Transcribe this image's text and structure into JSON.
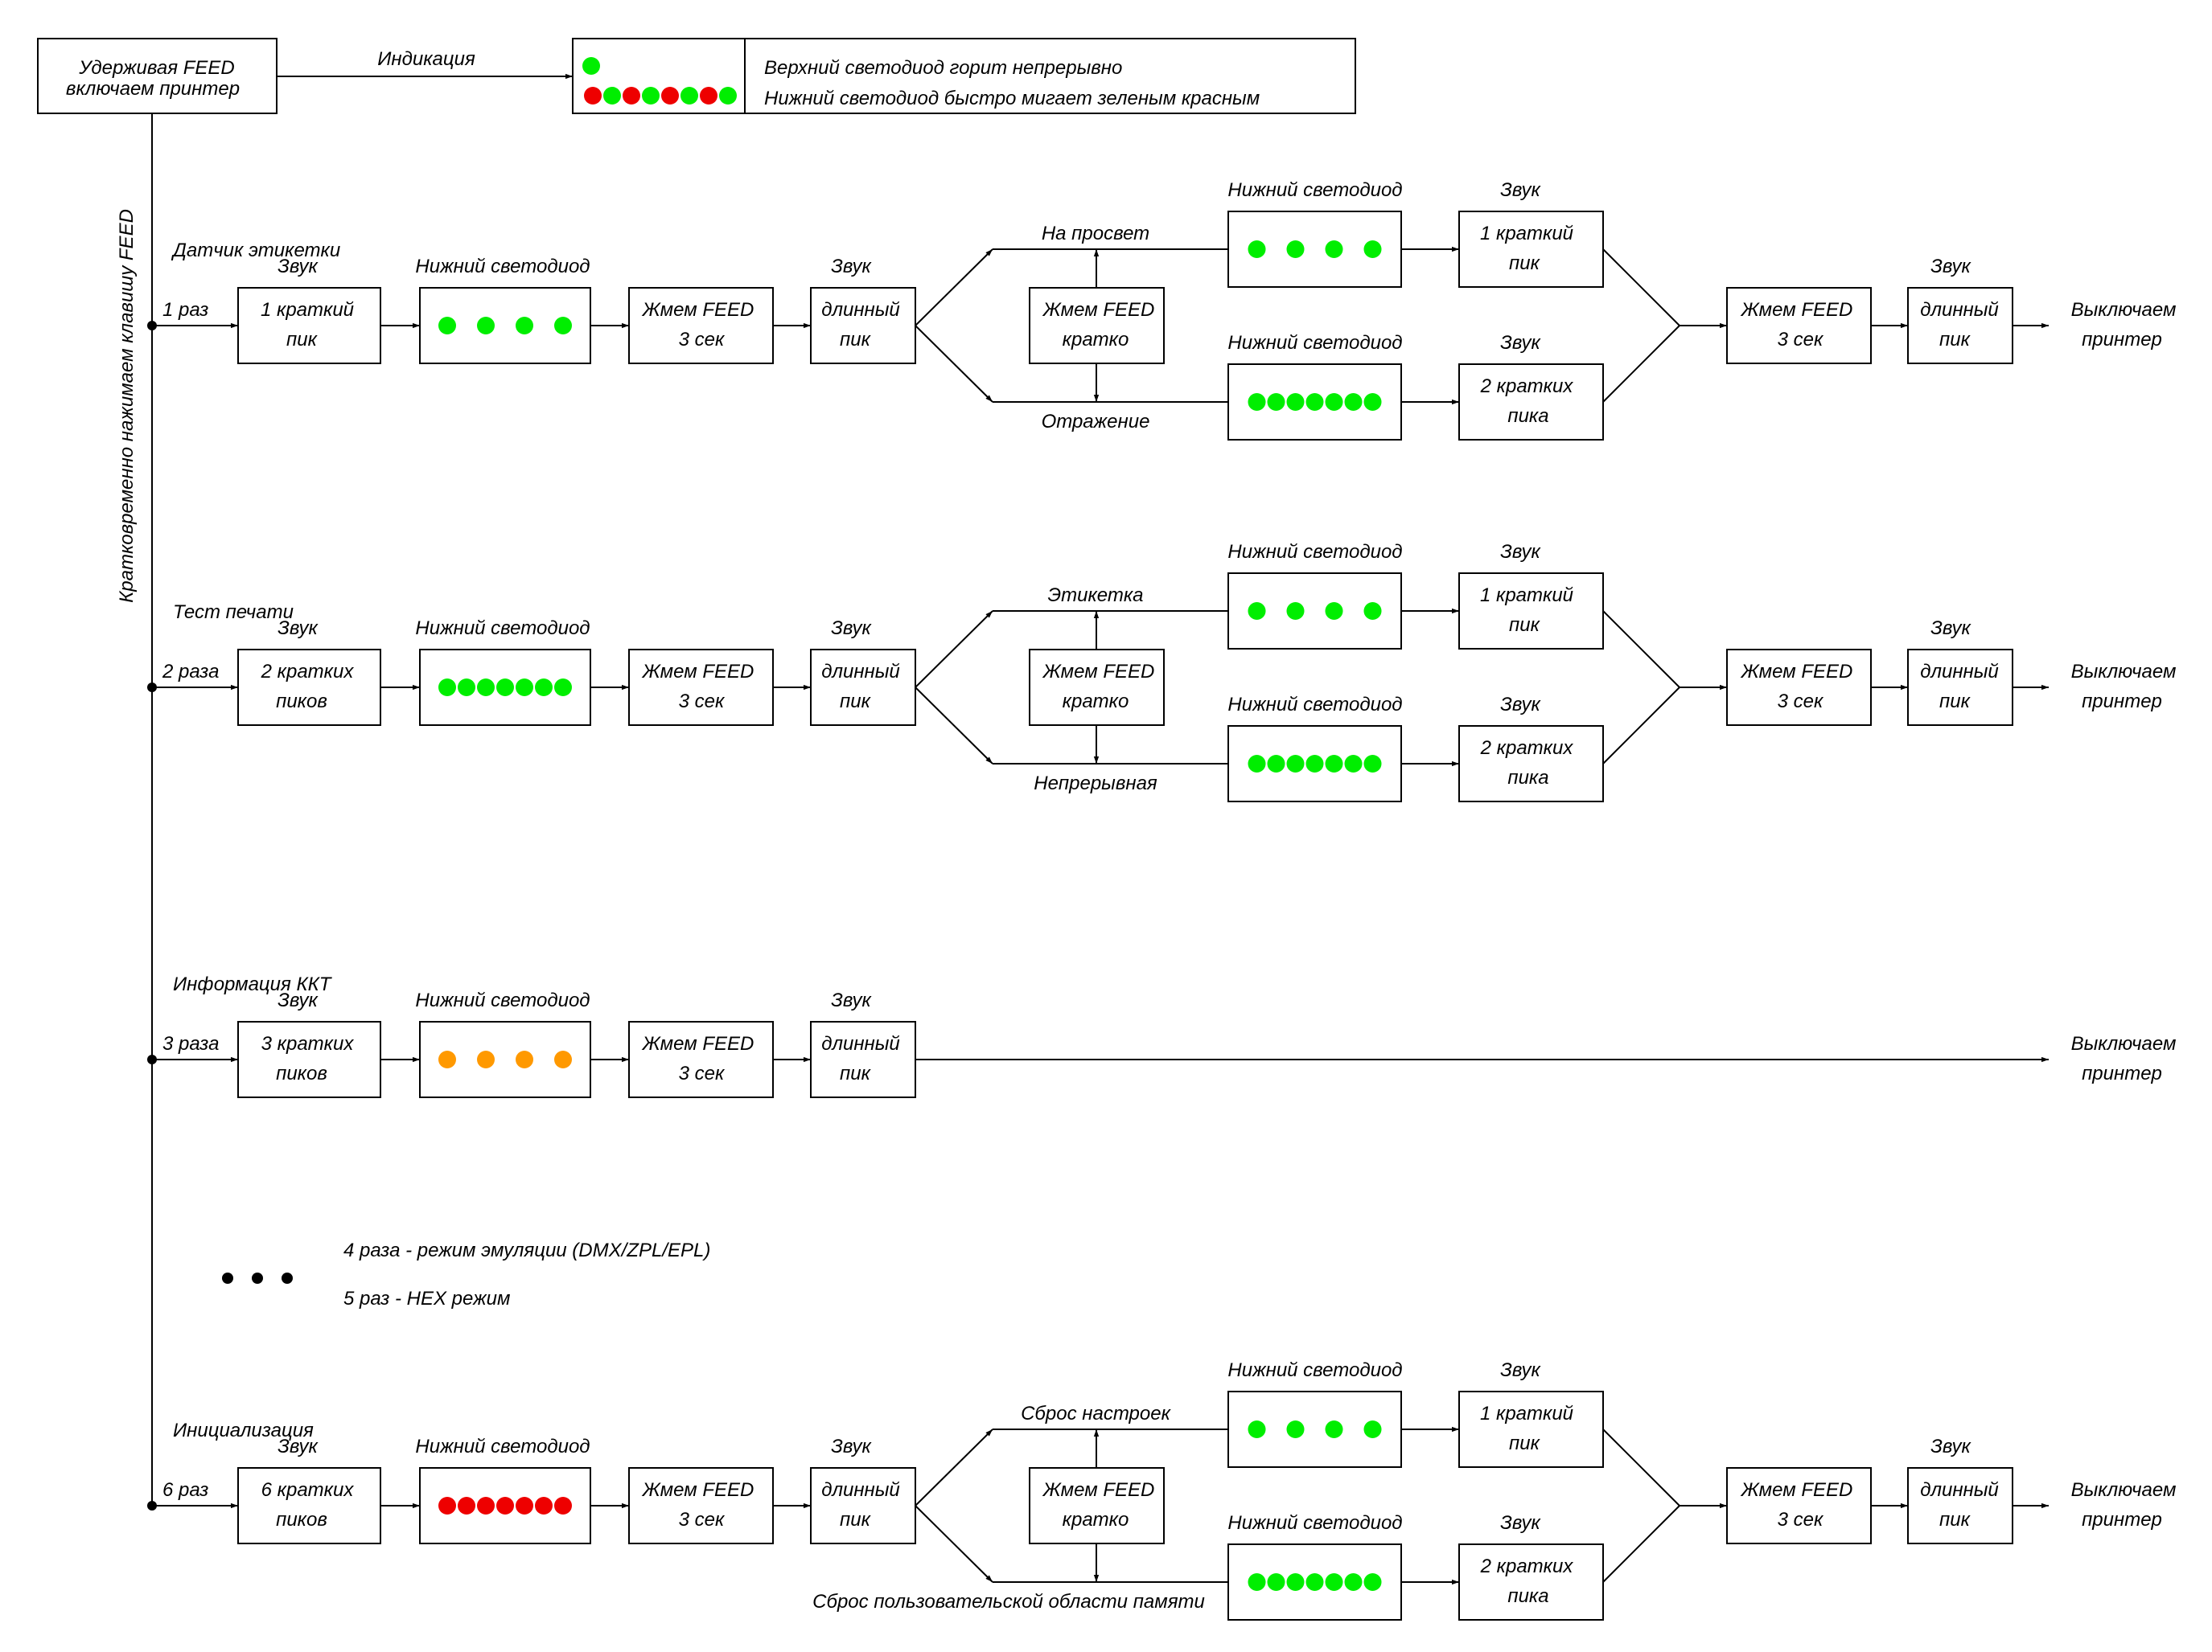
{
  "start_box": {
    "line1": "Удерживая  FEED",
    "line2": "включаем принтер"
  },
  "indication": {
    "label": "Индикация",
    "top_text": "Верхний светодиод горит непрерывно",
    "bottom_text": "Нижний светодиод быстро мигает зеленым красным",
    "top_led_color": "#00ee00",
    "bottom_led_colors": [
      "#ee0000",
      "#00ee00",
      "#ee0000",
      "#00ee00",
      "#ee0000",
      "#00ee00",
      "#ee0000",
      "#00ee00"
    ]
  },
  "vertical_label": "Кратковременно нажимаем клавишу FEED",
  "common": {
    "sound": "Звук",
    "led": "Нижний светодиод",
    "feed3": [
      "Жмем FEED",
      "3 сек"
    ],
    "long_beep": [
      "длинный",
      "пик"
    ],
    "feed_short": [
      "Жмем FEED",
      "кратко"
    ],
    "one_beep": [
      "1 краткий",
      "пик"
    ],
    "two_beeps": [
      "2 кратких",
      "пика"
    ],
    "off": [
      "Выключаем",
      "принтер"
    ]
  },
  "colors": {
    "green": "#00ee00",
    "orange": "#ff9900",
    "red": "#ee0000"
  },
  "sections": [
    {
      "title": "Датчик этикетки",
      "press": "1 раз",
      "beep": [
        "1 краткий",
        "пик"
      ],
      "led_count": 4,
      "led_color": "green",
      "upper_branch": "На просвет",
      "lower_branch": "Отражение"
    },
    {
      "title": "Тест печати",
      "press": "2 раза",
      "beep": [
        "2 кратких",
        "пиков"
      ],
      "led_count": 7,
      "led_color": "green",
      "upper_branch": "Этикетка",
      "lower_branch": "Непрерывная"
    },
    {
      "title": "Информация ККТ",
      "press": "3 раза",
      "beep": [
        "3 кратких",
        "пиков"
      ],
      "led_count": 4,
      "led_color": "orange"
    },
    {
      "title": "Инициализация",
      "press": "6 раз",
      "beep": [
        "6 кратких",
        "пиков"
      ],
      "led_count": 7,
      "led_color": "red",
      "upper_branch": "Сброс настроек",
      "lower_branch": "Сброс пользовательской области памяти"
    }
  ],
  "notes": [
    "4 раза - режим эмуляции (DMX/ZPL/EPL)",
    "5 раз - HEX режим"
  ]
}
